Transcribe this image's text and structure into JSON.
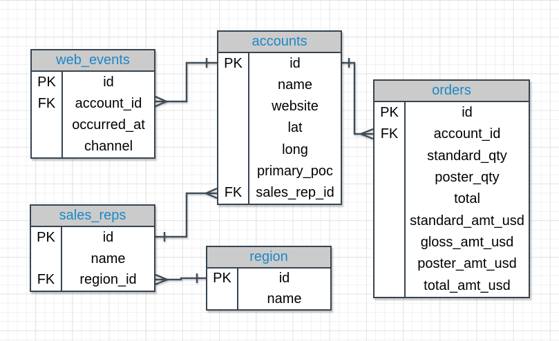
{
  "diagram": {
    "type": "entity-relationship",
    "colors": {
      "table_border": "#36434f",
      "header_fill": "#cbcbcb",
      "header_text": "#1e87c6",
      "row_text": "#000000",
      "connector": "#414e5a",
      "grid_minor": "#f0f0f0",
      "grid_major": "#e3e3e3",
      "canvas": "#ffffff"
    }
  },
  "tables": {
    "web_events": {
      "title": "web_events",
      "rows": [
        {
          "key": "PK",
          "field": "id"
        },
        {
          "key": "FK",
          "field": "account_id"
        },
        {
          "key": "",
          "field": "occurred_at"
        },
        {
          "key": "",
          "field": "channel"
        }
      ]
    },
    "accounts": {
      "title": "accounts",
      "rows": [
        {
          "key": "PK",
          "field": "id"
        },
        {
          "key": "",
          "field": "name"
        },
        {
          "key": "",
          "field": "website"
        },
        {
          "key": "",
          "field": "lat"
        },
        {
          "key": "",
          "field": "long"
        },
        {
          "key": "",
          "field": "primary_poc"
        },
        {
          "key": "FK",
          "field": "sales_rep_id"
        }
      ]
    },
    "sales_reps": {
      "title": "sales_reps",
      "rows": [
        {
          "key": "PK",
          "field": "id"
        },
        {
          "key": "",
          "field": "name"
        },
        {
          "key": "FK",
          "field": "region_id"
        }
      ]
    },
    "region": {
      "title": "region",
      "rows": [
        {
          "key": "PK",
          "field": "id"
        },
        {
          "key": "",
          "field": "name"
        }
      ]
    },
    "orders": {
      "title": "orders",
      "rows": [
        {
          "key": "PK",
          "field": "id"
        },
        {
          "key": "FK",
          "field": "account_id"
        },
        {
          "key": "",
          "field": "standard_qty"
        },
        {
          "key": "",
          "field": "poster_qty"
        },
        {
          "key": "",
          "field": "total"
        },
        {
          "key": "",
          "field": "standard_amt_usd"
        },
        {
          "key": "",
          "field": "gloss_amt_usd"
        },
        {
          "key": "",
          "field": "poster_amt_usd"
        },
        {
          "key": "",
          "field": "total_amt_usd"
        }
      ]
    }
  },
  "relationships": [
    {
      "from_table": "web_events",
      "from_field": "account_id",
      "from_cardinality": "many",
      "to_table": "accounts",
      "to_field": "id",
      "to_cardinality": "one"
    },
    {
      "from_table": "orders",
      "from_field": "account_id",
      "from_cardinality": "many",
      "to_table": "accounts",
      "to_field": "id",
      "to_cardinality": "one"
    },
    {
      "from_table": "accounts",
      "from_field": "sales_rep_id",
      "from_cardinality": "many",
      "to_table": "sales_reps",
      "to_field": "id",
      "to_cardinality": "one"
    },
    {
      "from_table": "sales_reps",
      "from_field": "region_id",
      "from_cardinality": "many",
      "to_table": "region",
      "to_field": "id",
      "to_cardinality": "one"
    }
  ]
}
